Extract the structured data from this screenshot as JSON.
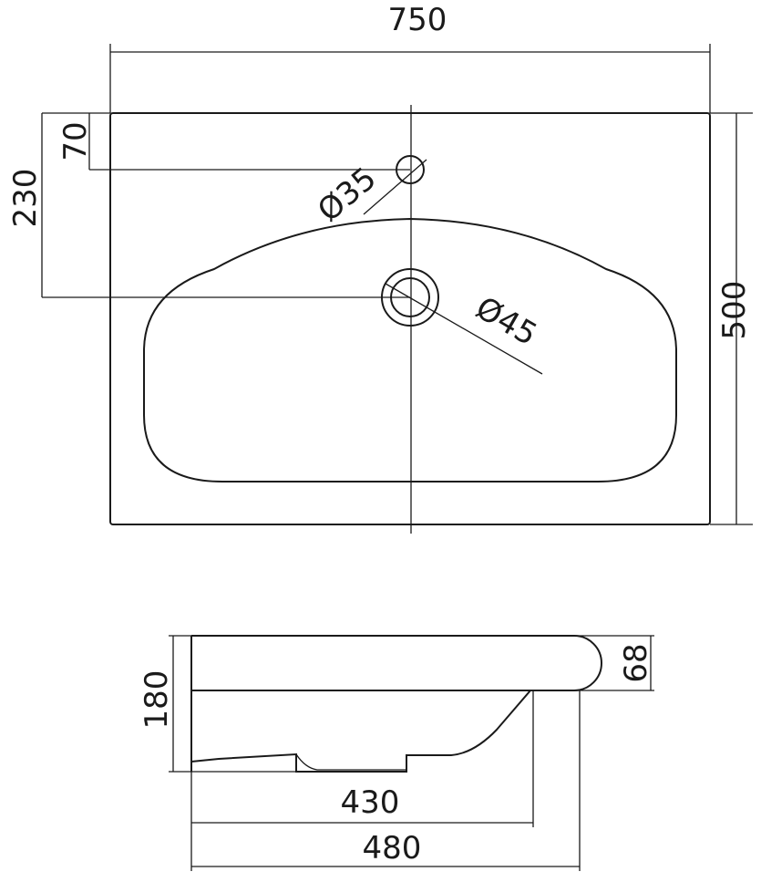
{
  "top_view": {
    "width_dim": "750",
    "depth_dim": "500",
    "tap_hole_offset_dim": "70",
    "drain_offset_dim": "230",
    "tap_hole_diameter": "Ø35",
    "drain_diameter": "Ø45"
  },
  "side_view": {
    "height_dim": "180",
    "rim_thickness_dim": "68",
    "bowl_depth_dim": "430",
    "overall_depth_dim": "480"
  },
  "colors": {
    "line": "#1a1a1a",
    "background": "#ffffff"
  }
}
